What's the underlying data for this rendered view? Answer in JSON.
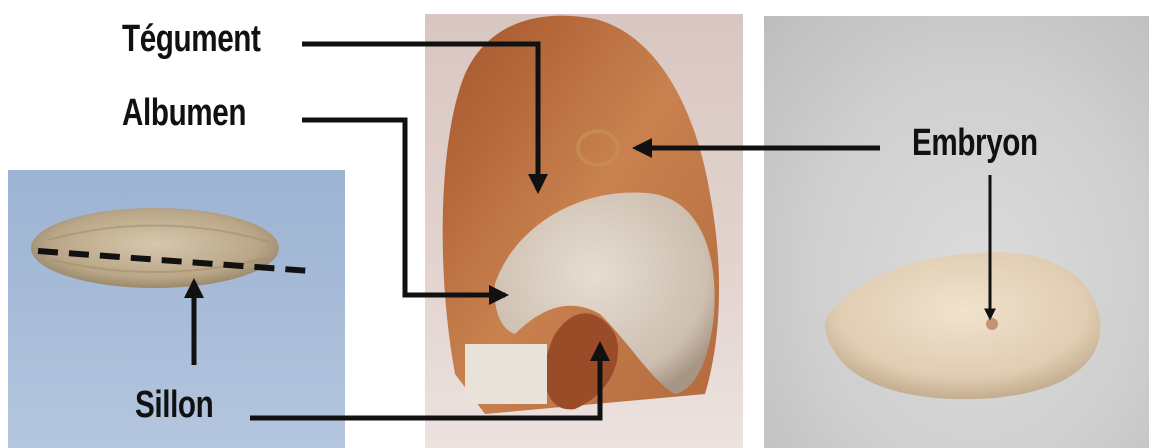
{
  "labels": {
    "tegument": "Tégument",
    "albumen": "Albumen",
    "sillon": "Sillon",
    "embryon": "Embryon"
  },
  "colors": {
    "arrow": "#111111",
    "left_background": "#a9bdd9",
    "grain_husk": "#c7b599",
    "seed_coat": "#b5683a",
    "albumen": "#ddd2c6",
    "germ": "#a0522d",
    "peeled_grain": "#e6d5bf",
    "right_background": "#cfcfcf"
  }
}
